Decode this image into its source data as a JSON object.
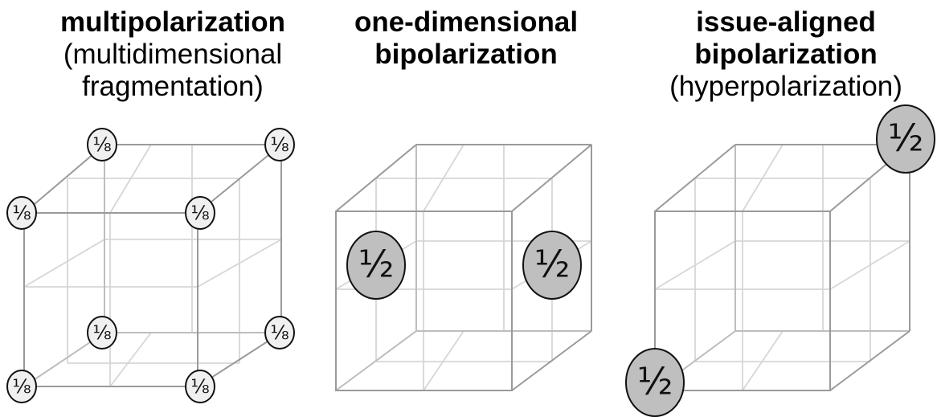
{
  "panels": [
    {
      "title_bold": "multipolarization",
      "title_sub": "(multidimensional fragmentation)",
      "title_sub_lines": [
        "(multidimensional",
        "fragmentation)"
      ],
      "badge_label": "⅛",
      "badge_count": 8
    },
    {
      "title_bold_lines": [
        "one-dimensional",
        "bipolarization"
      ],
      "badge_label": "½",
      "badge_count": 2
    },
    {
      "title_bold_lines": [
        "issue-aligned",
        "bipolarization"
      ],
      "title_sub": "(hyperpolarization)",
      "badge_label": "½",
      "badge_count": 2
    }
  ],
  "colors": {
    "edge_front": "#9a9a9a",
    "edge_back": "#bdbdbd",
    "grid": "#d6d6d6",
    "badge_small_fill": "#f0f0f0",
    "badge_big_fill": "#bfbfbf"
  }
}
